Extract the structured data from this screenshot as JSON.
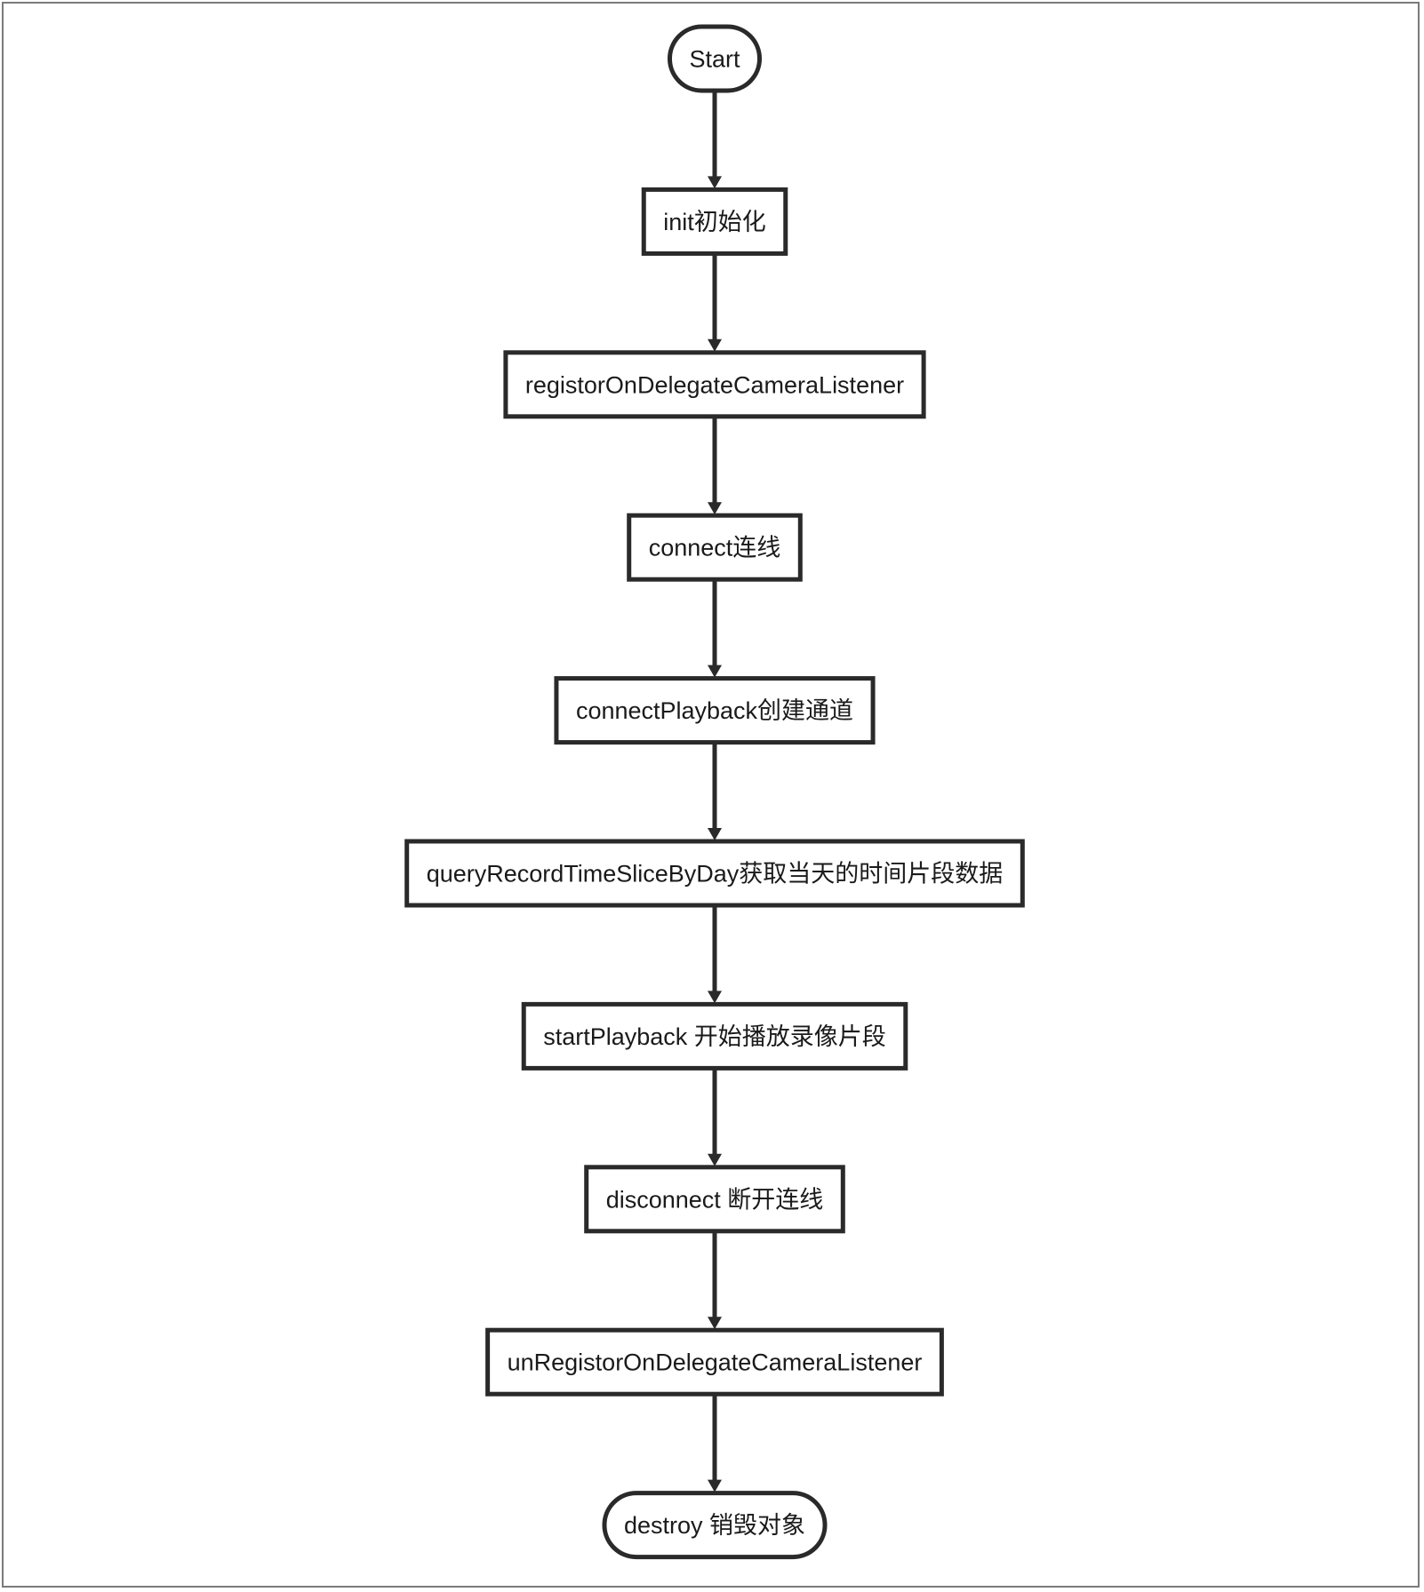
{
  "diagram": {
    "type": "flowchart",
    "direction": "top-to-bottom",
    "colors": {
      "stroke": "#2a2a2a",
      "text": "#1a1a1a",
      "background": "#ffffff",
      "frame": "#7a7a7a"
    },
    "nodes": [
      {
        "id": "start",
        "shape": "terminal",
        "label": "Start"
      },
      {
        "id": "init",
        "shape": "process",
        "label": "init初始化"
      },
      {
        "id": "register-listener",
        "shape": "process",
        "label": "registorOnDelegateCameraListener"
      },
      {
        "id": "connect",
        "shape": "process",
        "label": "connect连线"
      },
      {
        "id": "connect-playback",
        "shape": "process",
        "label": "connectPlayback创建通道"
      },
      {
        "id": "query-record",
        "shape": "process",
        "label": "queryRecordTimeSliceByDay获取当天的时间片段数据"
      },
      {
        "id": "start-playback",
        "shape": "process",
        "label": "startPlayback 开始播放录像片段"
      },
      {
        "id": "disconnect",
        "shape": "process",
        "label": "disconnect 断开连线"
      },
      {
        "id": "unregister-listener",
        "shape": "process",
        "label": "unRegistorOnDelegateCameraListener"
      },
      {
        "id": "destroy",
        "shape": "terminal",
        "label": "destroy 销毁对象"
      }
    ],
    "edges": [
      {
        "from": "start",
        "to": "init"
      },
      {
        "from": "init",
        "to": "register-listener"
      },
      {
        "from": "register-listener",
        "to": "connect"
      },
      {
        "from": "connect",
        "to": "connect-playback"
      },
      {
        "from": "connect-playback",
        "to": "query-record"
      },
      {
        "from": "query-record",
        "to": "start-playback"
      },
      {
        "from": "start-playback",
        "to": "disconnect"
      },
      {
        "from": "disconnect",
        "to": "unregister-listener"
      },
      {
        "from": "unregister-listener",
        "to": "destroy"
      }
    ]
  }
}
